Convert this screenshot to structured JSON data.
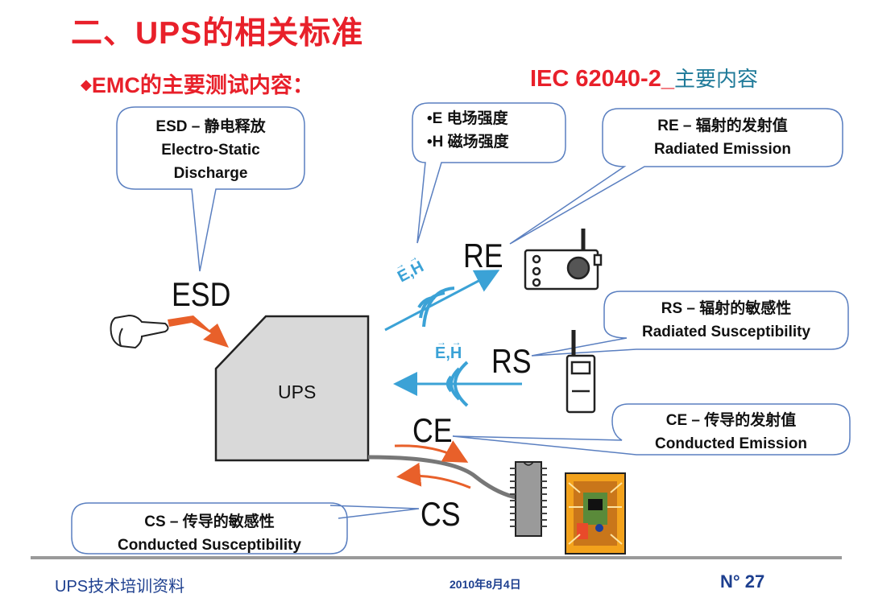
{
  "title": "二、UPS的相关标准",
  "subtitle": "EMC的主要测试内容：",
  "standard": {
    "code": "IEC 62040-2_",
    "desc": "主要内容"
  },
  "callouts": {
    "esd": [
      "ESD – 静电释放",
      "Electro-Static",
      "Discharge"
    ],
    "field": [
      "•E 电场强度",
      "•H 磁场强度"
    ],
    "re": [
      "RE – 辐射的发射值",
      "Radiated Emission"
    ],
    "rs": [
      "RS – 辐射的敏感性",
      "Radiated Susceptibility"
    ],
    "ce": [
      "CE – 传导的发射值",
      "Conducted Emission"
    ],
    "cs": [
      "CS – 传导的敏感性",
      "Conducted Susceptibility"
    ]
  },
  "labels": {
    "esd": "ESD",
    "re": "RE",
    "rs": "RS",
    "ce": "CE",
    "cs": "CS",
    "ups": "UPS",
    "eh": "E,H"
  },
  "footer": {
    "left": "UPS技术培训资料",
    "date": "2010年8月4日",
    "page": "N° 27"
  },
  "colors": {
    "title": "#e8202a",
    "wave": "#3ba2d6",
    "arrow_orange": "#e8602a",
    "footer": "#1d3f8f",
    "callout_border": "#5a7fc0"
  }
}
